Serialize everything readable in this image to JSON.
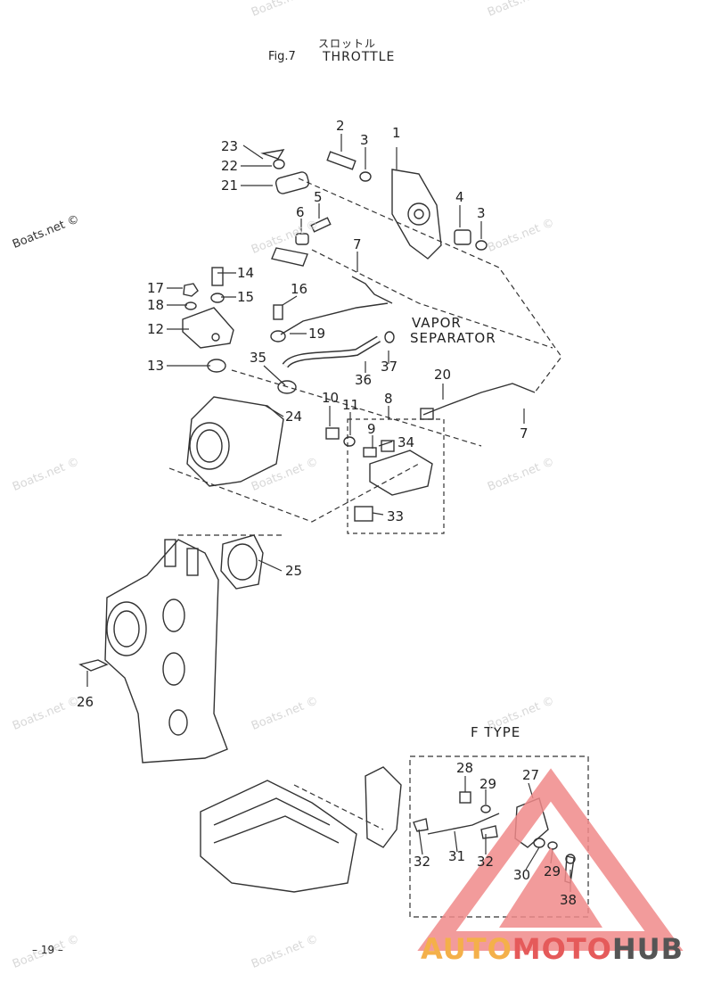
{
  "header": {
    "title_jp": "スロットル",
    "fig": "Fig.7",
    "title": "THROTTLE"
  },
  "watermark_text": "Boats.net ©",
  "callouts": [
    {
      "id": "c1",
      "text": "1"
    },
    {
      "id": "c2",
      "text": "2"
    },
    {
      "id": "c3a",
      "text": "3"
    },
    {
      "id": "c3b",
      "text": "3"
    },
    {
      "id": "c4",
      "text": "4"
    },
    {
      "id": "c5",
      "text": "5"
    },
    {
      "id": "c6",
      "text": "6"
    },
    {
      "id": "c7a",
      "text": "7"
    },
    {
      "id": "c7b",
      "text": "7"
    },
    {
      "id": "c8",
      "text": "8"
    },
    {
      "id": "c9",
      "text": "9"
    },
    {
      "id": "c10",
      "text": "10"
    },
    {
      "id": "c11",
      "text": "11"
    },
    {
      "id": "c12",
      "text": "12"
    },
    {
      "id": "c13",
      "text": "13"
    },
    {
      "id": "c14",
      "text": "14"
    },
    {
      "id": "c15",
      "text": "15"
    },
    {
      "id": "c16",
      "text": "16"
    },
    {
      "id": "c17",
      "text": "17"
    },
    {
      "id": "c18",
      "text": "18"
    },
    {
      "id": "c19",
      "text": "19"
    },
    {
      "id": "c20",
      "text": "20"
    },
    {
      "id": "c21",
      "text": "21"
    },
    {
      "id": "c22",
      "text": "22"
    },
    {
      "id": "c23",
      "text": "23"
    },
    {
      "id": "c24",
      "text": "24"
    },
    {
      "id": "c25",
      "text": "25"
    },
    {
      "id": "c26",
      "text": "26"
    },
    {
      "id": "c27",
      "text": "27"
    },
    {
      "id": "c28",
      "text": "28"
    },
    {
      "id": "c29a",
      "text": "29"
    },
    {
      "id": "c29b",
      "text": "29"
    },
    {
      "id": "c30",
      "text": "30"
    },
    {
      "id": "c31",
      "text": "31"
    },
    {
      "id": "c32a",
      "text": "32"
    },
    {
      "id": "c32b",
      "text": "32"
    },
    {
      "id": "c33",
      "text": "33"
    },
    {
      "id": "c34",
      "text": "34"
    },
    {
      "id": "c35",
      "text": "35"
    },
    {
      "id": "c36",
      "text": "36"
    },
    {
      "id": "c37",
      "text": "37"
    },
    {
      "id": "c38",
      "text": "38"
    }
  ],
  "labels": {
    "vapor": "VAPOR",
    "separator": "SEPARATOR",
    "ftype": "F TYPE"
  },
  "footer": {
    "page": "– 19 –"
  },
  "brand": {
    "part1": "AUTO",
    "part2": "MOTO",
    "part3": "HUB"
  },
  "colors": {
    "line": "#333333",
    "brand_orange": "#f4b04a",
    "brand_red": "#e55a5a",
    "brand_gray": "#555555",
    "triangle": "#f08a8a"
  }
}
